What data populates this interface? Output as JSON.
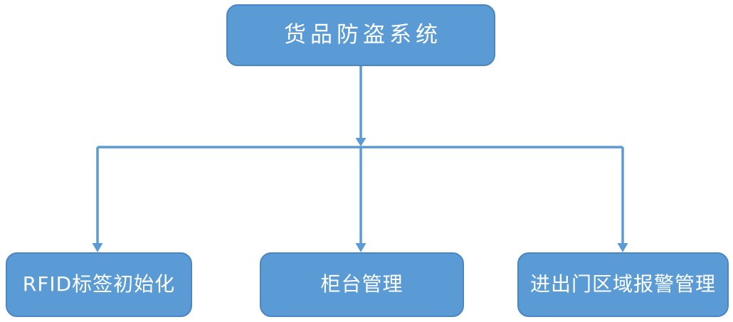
{
  "diagram": {
    "type": "tree",
    "root": {
      "id": "goods-anti-theft-system",
      "label": "货品防盗系统"
    },
    "children": [
      {
        "id": "rfid-tag-initialization",
        "label": "RFID标签初始化"
      },
      {
        "id": "counter-management",
        "label": "柜台管理"
      },
      {
        "id": "entry-exit-area-alarm-management",
        "label": "进出门区域报警管理"
      }
    ],
    "edges": [
      {
        "from": "goods-anti-theft-system",
        "to": "rfid-tag-initialization",
        "arrow": "down"
      },
      {
        "from": "goods-anti-theft-system",
        "to": "counter-management",
        "arrow": "down"
      },
      {
        "from": "goods-anti-theft-system",
        "to": "entry-exit-area-alarm-management",
        "arrow": "down"
      }
    ],
    "colors": {
      "node_fill": "#5b9bd5",
      "node_border": "#4a86c0",
      "node_text": "#ffffff",
      "connector": "#5b9bd5",
      "background": "#ffffff"
    }
  }
}
